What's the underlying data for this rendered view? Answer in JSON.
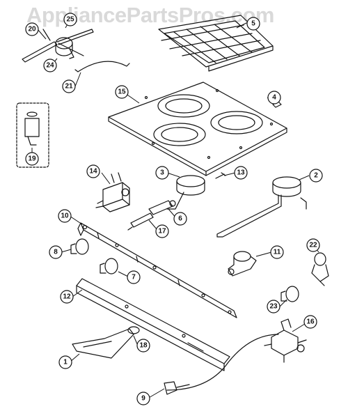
{
  "watermark": "AppliancePartsPros.com",
  "colors": {
    "line": "#111111",
    "background": "#ffffff",
    "watermark": "#d9d9d9"
  },
  "callouts": [
    "1",
    "2",
    "3",
    "4",
    "5",
    "6",
    "7",
    "8",
    "9",
    "10",
    "11",
    "12",
    "13",
    "14",
    "15",
    "16",
    "17",
    "18",
    "19",
    "20",
    "21",
    "22",
    "23",
    "24",
    "25"
  ]
}
